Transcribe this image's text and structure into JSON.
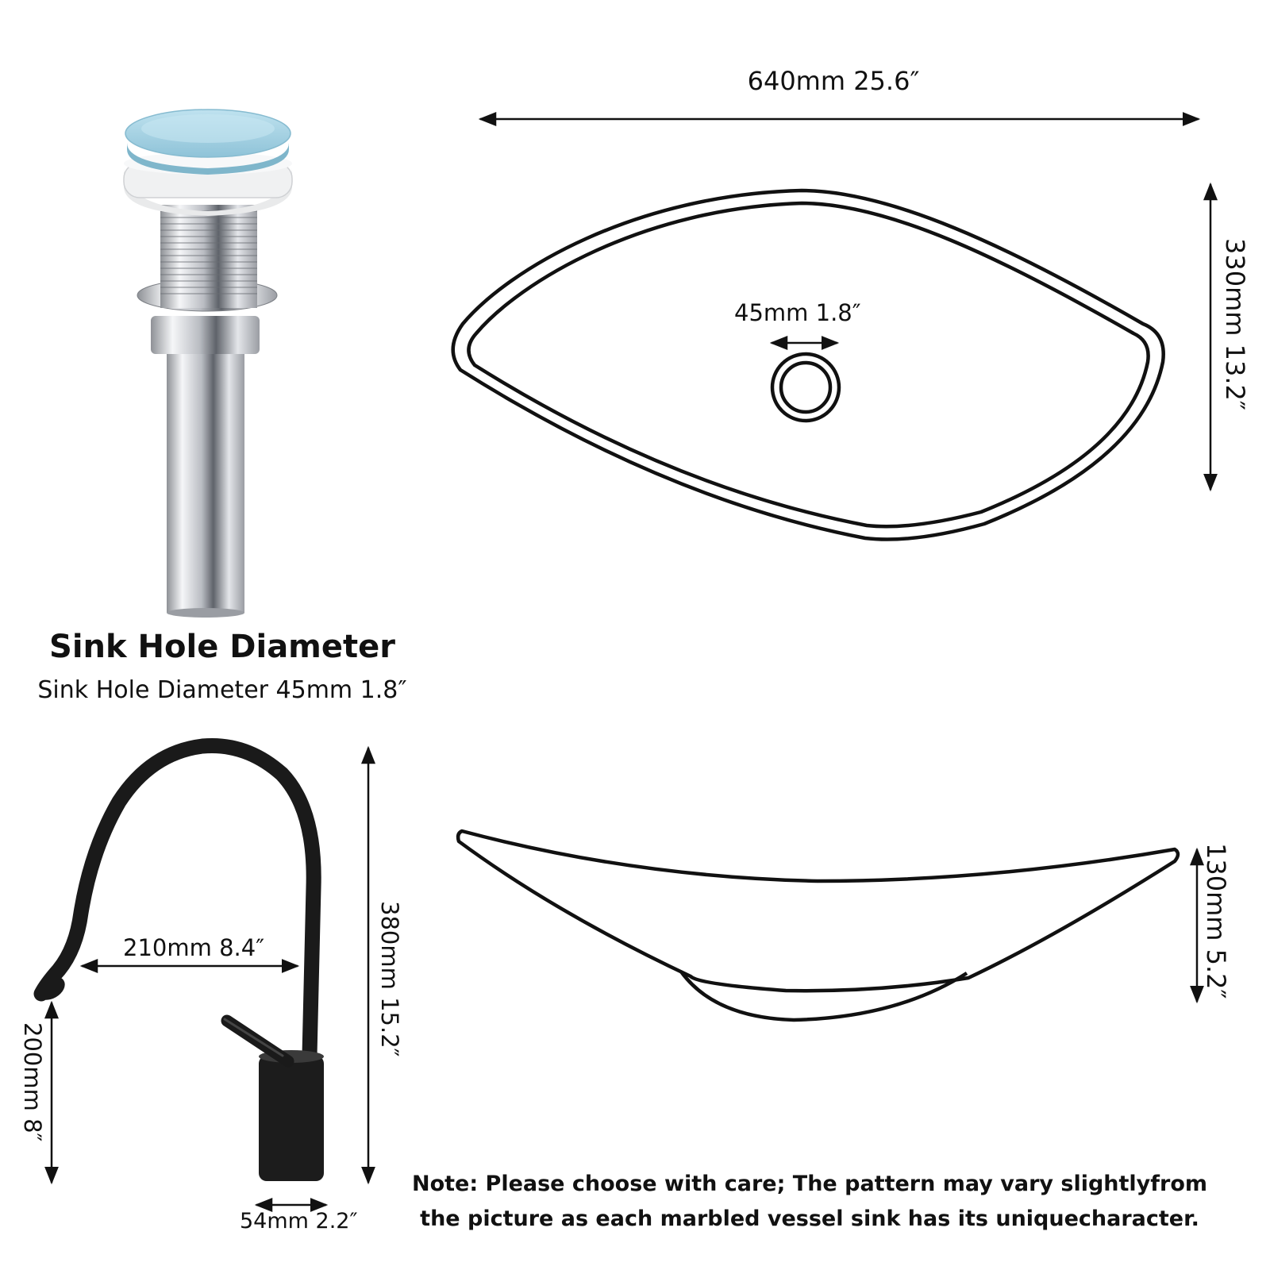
{
  "dimensions": {
    "sink_width": "640mm 25.6″",
    "sink_depth": "330mm 13.2″",
    "drain_hole": "45mm 1.8″",
    "sink_height": "130mm 5.2″",
    "faucet_height": "380mm 15.2″",
    "spout_reach": "210mm 8.4″",
    "spout_height": "200mm 8″",
    "faucet_base": "54mm 2.2″"
  },
  "caption": {
    "title": "Sink Hole Diameter",
    "subtitle": "Sink Hole Diameter 45mm 1.8″"
  },
  "note": {
    "line1": "Note: Please choose with care;  The pattern may vary slightlyfrom",
    "line2": "the picture as each marbled vessel sink has its uniquecharacter."
  },
  "colors": {
    "drain_cap": "#a9d5e6",
    "chrome": "#c9ccd1",
    "faucet": "#1a1a1a",
    "line": "#111111"
  }
}
